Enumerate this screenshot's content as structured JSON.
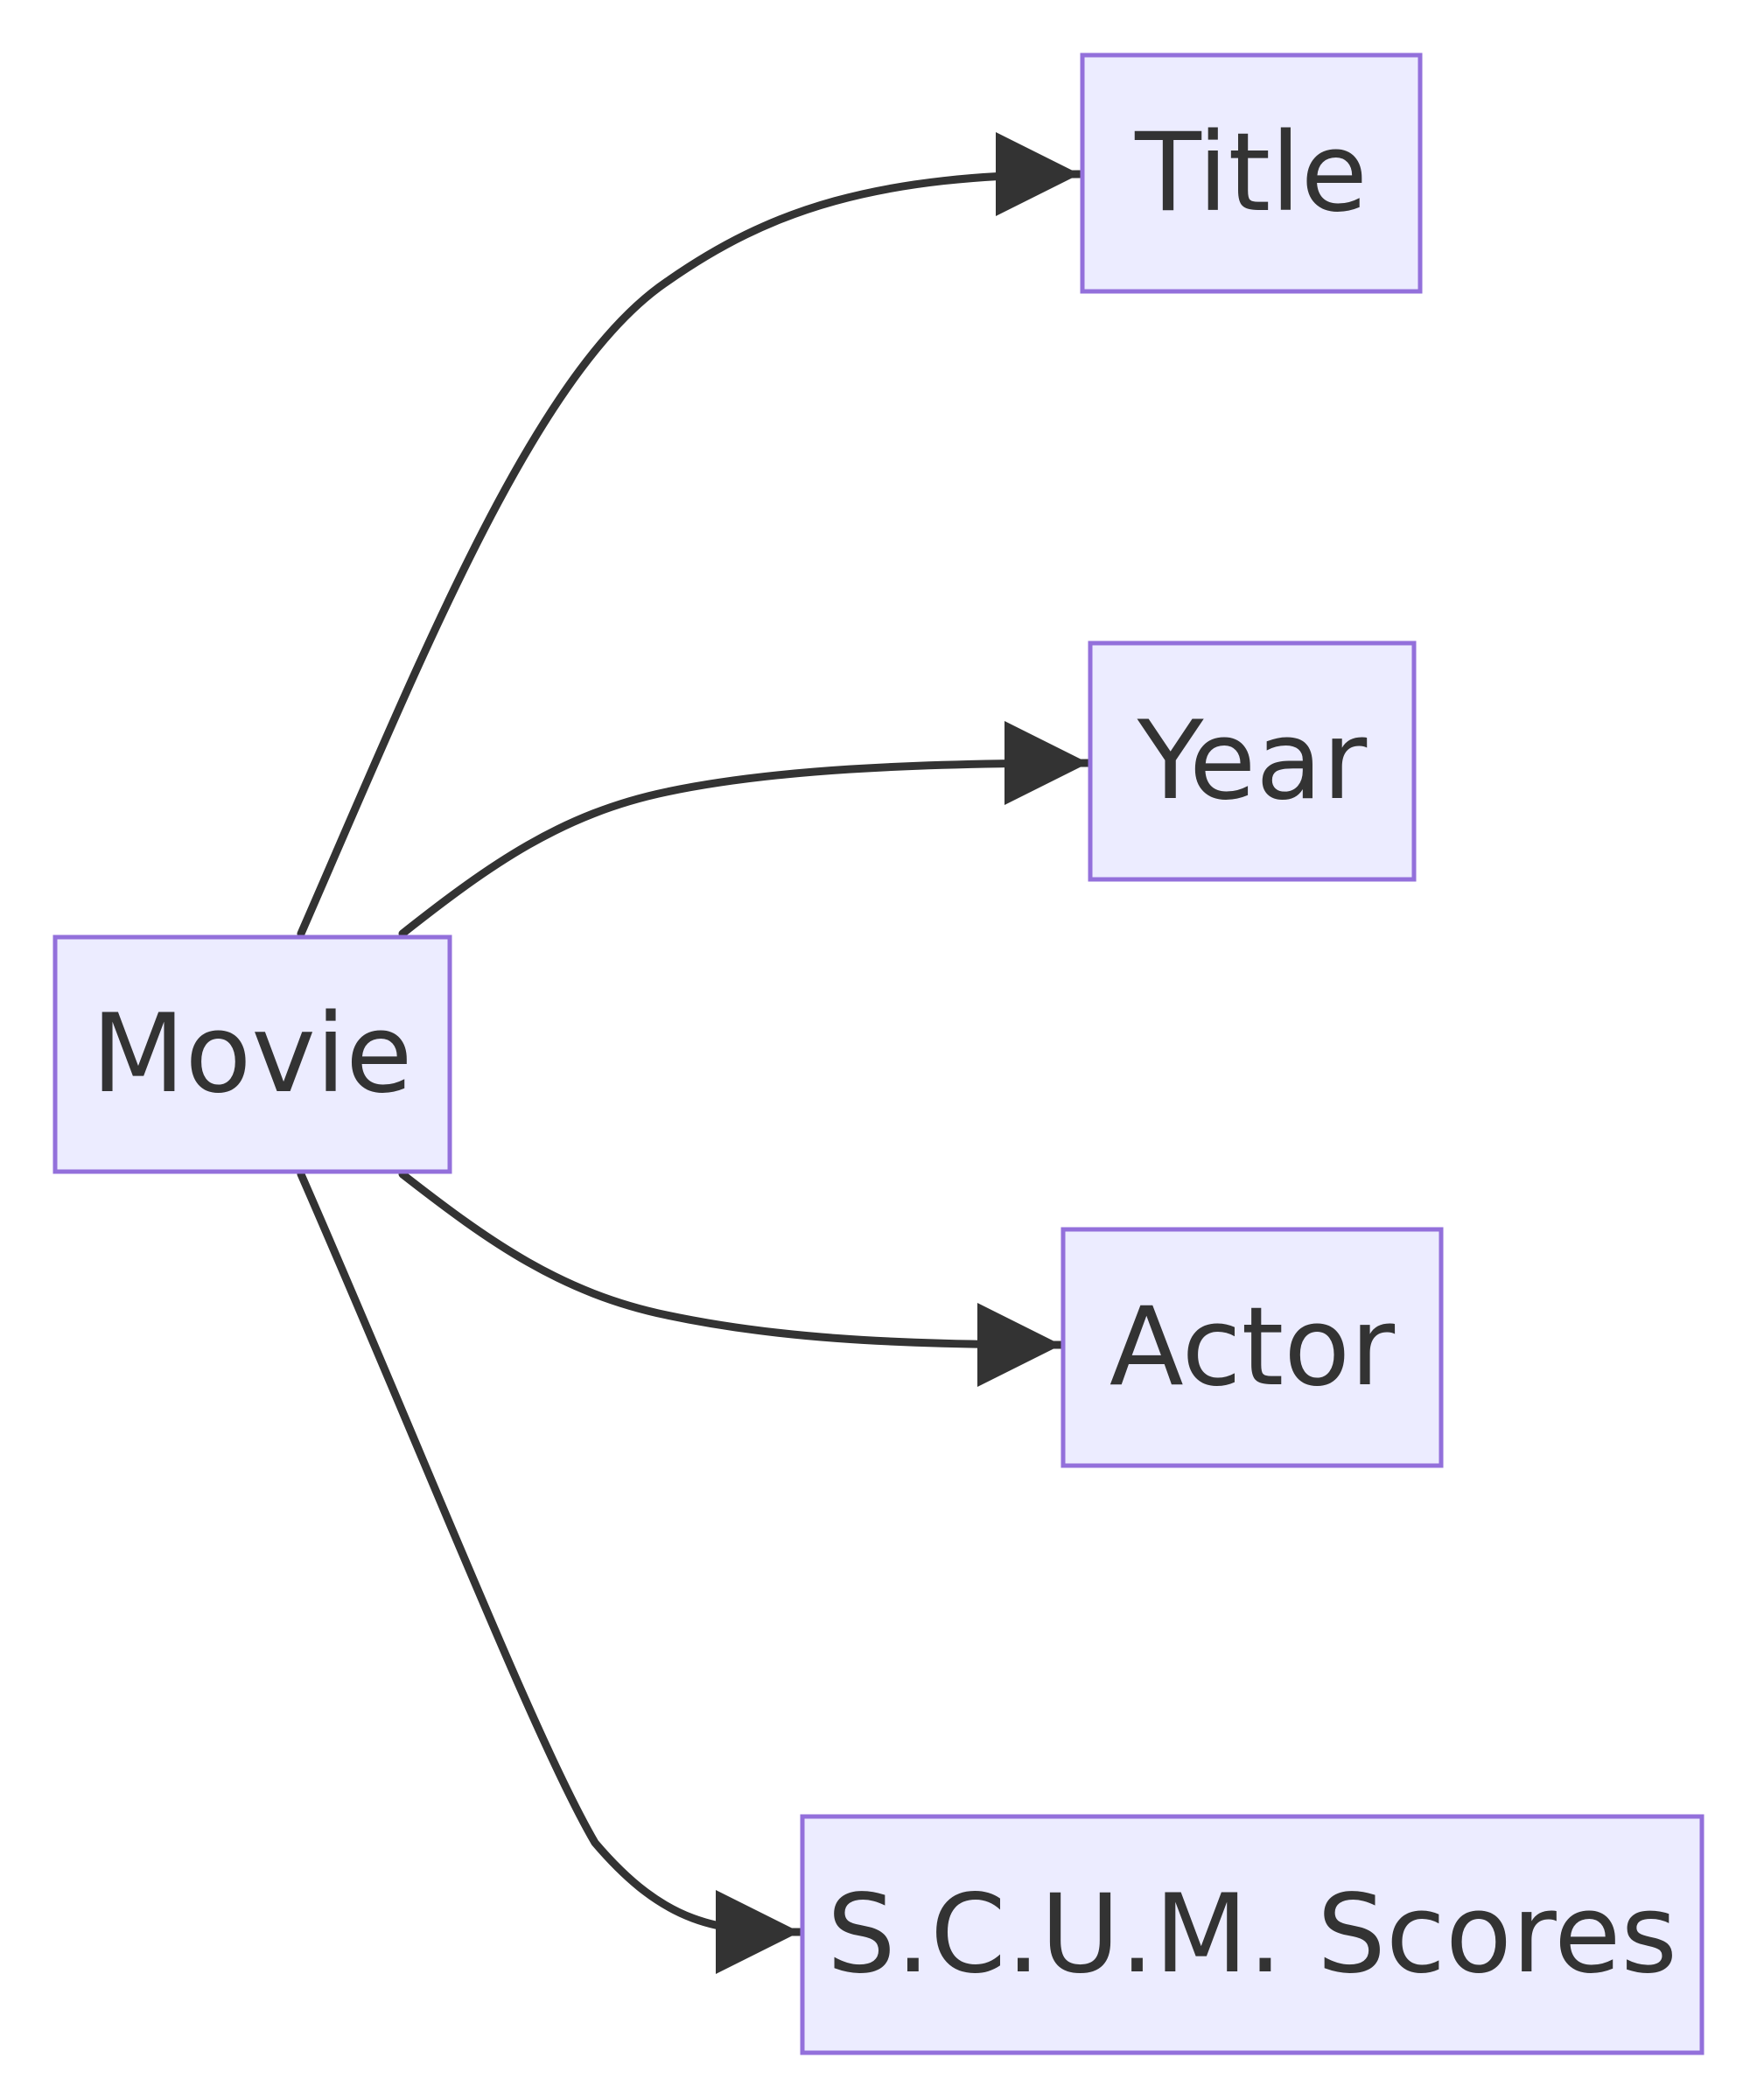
{
  "diagram": {
    "type": "flowchart",
    "direction": "left-to-right",
    "colors": {
      "node_fill": "#ECECFF",
      "node_stroke": "#9370DB",
      "edge": "#333333",
      "text": "#333333"
    },
    "nodes": {
      "movie": {
        "label": "Movie"
      },
      "title": {
        "label": "Title"
      },
      "year": {
        "label": "Year"
      },
      "actor": {
        "label": "Actor"
      },
      "scum": {
        "label": "S.C.U.M. Scores"
      }
    },
    "edges": [
      {
        "from": "Movie",
        "to": "Title"
      },
      {
        "from": "Movie",
        "to": "Year"
      },
      {
        "from": "Movie",
        "to": "Actor"
      },
      {
        "from": "Movie",
        "to": "S.C.U.M. Scores"
      }
    ]
  }
}
